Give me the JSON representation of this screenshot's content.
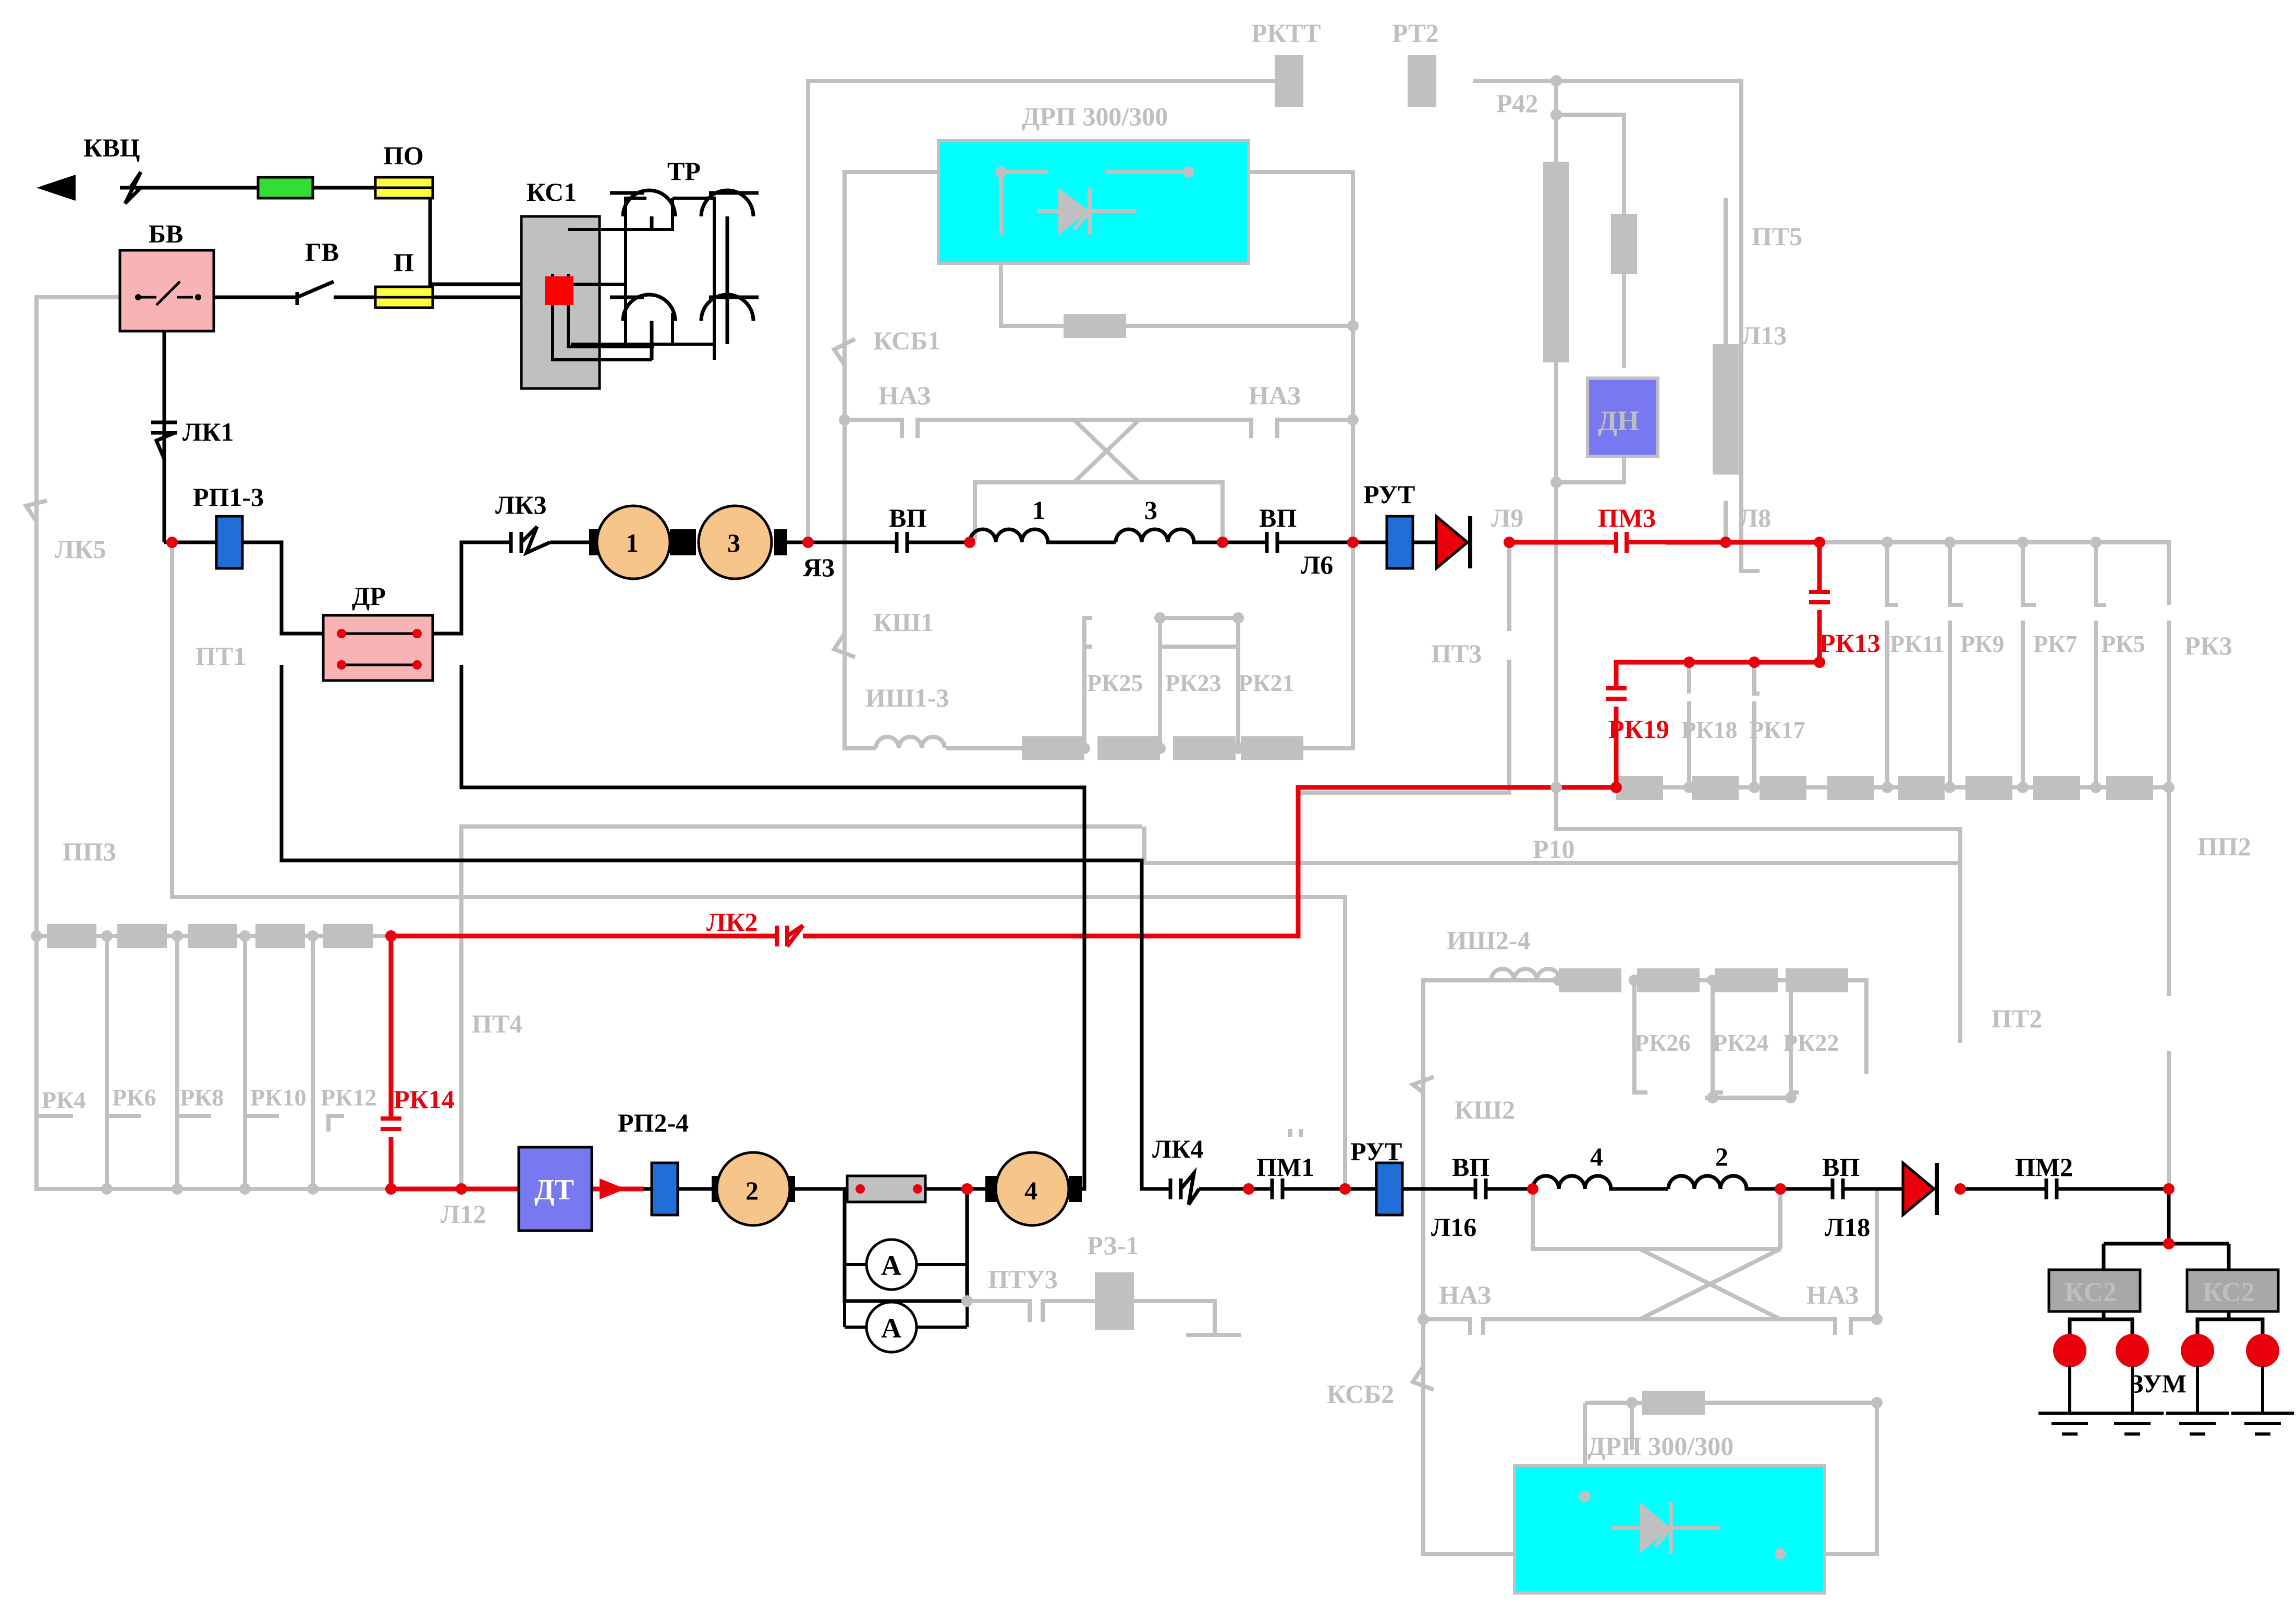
{
  "colors": {
    "active": "#000000",
    "inactive": "#c0c0c0",
    "highlight": "#e8000a",
    "fuse": "#ffff40",
    "resistor_green": "#33dd33",
    "blue_element": "#1f6fd6",
    "motor": "#f7c48a",
    "relay_box": "#f8b4b4",
    "rectifier_box": "#00ffff",
    "dt_box": "#7878f0"
  },
  "labels": {
    "kvts": "КВЦ",
    "po": "ПО",
    "ks1": "КС1",
    "tr": "ТР",
    "bv": "БВ",
    "gv": "ГВ",
    "p": "П",
    "lk1": "ЛК1",
    "lk5": "ЛК5",
    "rp13": "РП1-3",
    "lk3": "ЛК3",
    "m1": "1",
    "m3": "3",
    "ya3": "Я3",
    "vp_top_left": "ВП",
    "coil1": "1",
    "coil3": "3",
    "vp_top_right": "ВП",
    "l6": "Л6",
    "rut_top": "РУТ",
    "l9": "Л9",
    "pm3": "ПМ3",
    "l8": "Л8",
    "dr": "ДР",
    "pt1": "ПТ1",
    "rktt": "РКТТ",
    "rt2": "РТ2",
    "r42": "Р42",
    "drp_top": "ДРП 300/300",
    "pt5": "ПТ5",
    "l13": "Л13",
    "dn": "ДН",
    "ksb1": "КСБ1",
    "naz_tl": "НАЗ",
    "naz_tr": "НАЗ",
    "ksh1": "КШ1",
    "ish13": "ИШ1-3",
    "rk25": "РК25",
    "rk23": "РК23",
    "rk21": "РК21",
    "pt3": "ПТ3",
    "rk13": "РК13",
    "rk11": "РК11",
    "rk9": "РК9",
    "rk7": "РК7",
    "rk5": "РК5",
    "rk3": "РК3",
    "rk19": "РК19",
    "rk18": "РК18",
    "rk17": "РК17",
    "r10": "Р10",
    "pp2": "ПП2",
    "pp3": "ПП3",
    "lk2": "ЛК2",
    "pt4": "ПТ4",
    "ish24": "ИШ2-4",
    "rk4": "РК4",
    "rk6": "РК6",
    "rk8": "РК8",
    "rk10": "РК10",
    "rk12": "РК12",
    "rk14": "РК14",
    "rk26": "РК26",
    "rk24": "РК24",
    "rk22": "РК22",
    "pt2": "ПТ2",
    "ksh2": "КШ2",
    "rp24": "РП2-4",
    "dt": "ДТ",
    "m2": "2",
    "m4": "4",
    "amm1": "A",
    "amm2": "A",
    "l12": "Л12",
    "lk4": "ЛК4",
    "pm1": "ПМ1",
    "rut_bottom": "РУТ",
    "vp_bottom_left": "ВП",
    "l16": "Л16",
    "coil4": "4",
    "coil2": "2",
    "vp_bottom_right": "ВП",
    "l18": "Л18",
    "pm2": "ПМ2",
    "ks2_left": "КС2",
    "ks2_right": "КС2",
    "zum": "ЗУМ",
    "ptu3": "ПТУ3",
    "rz1": "РЗ-1",
    "naz_bl": "НАЗ",
    "naz_br": "НАЗ",
    "ksb2": "КСБ2",
    "drp_bottom": "ДРП 300/300"
  }
}
